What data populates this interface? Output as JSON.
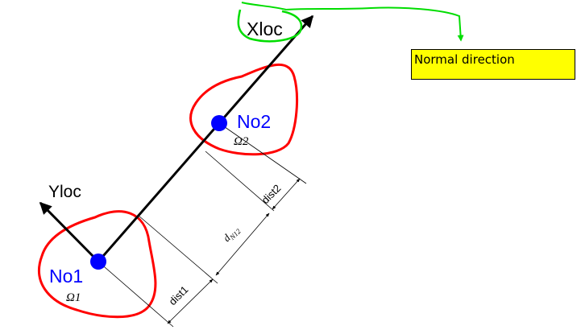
{
  "labels": {
    "xloc": "Xloc",
    "yloc": "Yloc",
    "node1": "No1",
    "node2": "No2",
    "omega1": "Ω1",
    "omega2": "Ω2",
    "dist1": "dist1",
    "dist2": "dist2",
    "dn12_main": "d",
    "dn12_sub": "N12",
    "callout": "Normal direction"
  },
  "colors": {
    "node": "#0000ff",
    "zone": "#ff0000",
    "highlight": "#00dd00",
    "callout_bg": "#ffff00",
    "axis": "#000000"
  }
}
